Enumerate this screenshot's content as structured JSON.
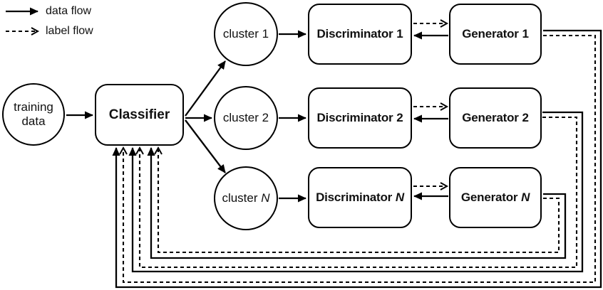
{
  "colors": {
    "stroke": "#000000",
    "background": "#ffffff"
  },
  "legend": {
    "items": [
      {
        "label": "data flow",
        "style": "solid"
      },
      {
        "label": "label flow",
        "style": "dashed"
      }
    ]
  },
  "nodes": {
    "training_data": {
      "line1": "training",
      "line2": "data"
    },
    "classifier": {
      "label": "Classifier"
    },
    "clusters": [
      {
        "label": "cluster",
        "suffix": "1"
      },
      {
        "label": "cluster",
        "suffix": "2"
      },
      {
        "label": "cluster",
        "suffix": "N"
      }
    ],
    "discriminators": [
      {
        "label": "Discriminator",
        "suffix": "1"
      },
      {
        "label": "Discriminator",
        "suffix": "2"
      },
      {
        "label": "Discriminator",
        "suffix": "N"
      }
    ],
    "generators": [
      {
        "label": "Generator",
        "suffix": "1"
      },
      {
        "label": "Generator",
        "suffix": "2"
      },
      {
        "label": "Generator",
        "suffix": "N"
      }
    ]
  }
}
